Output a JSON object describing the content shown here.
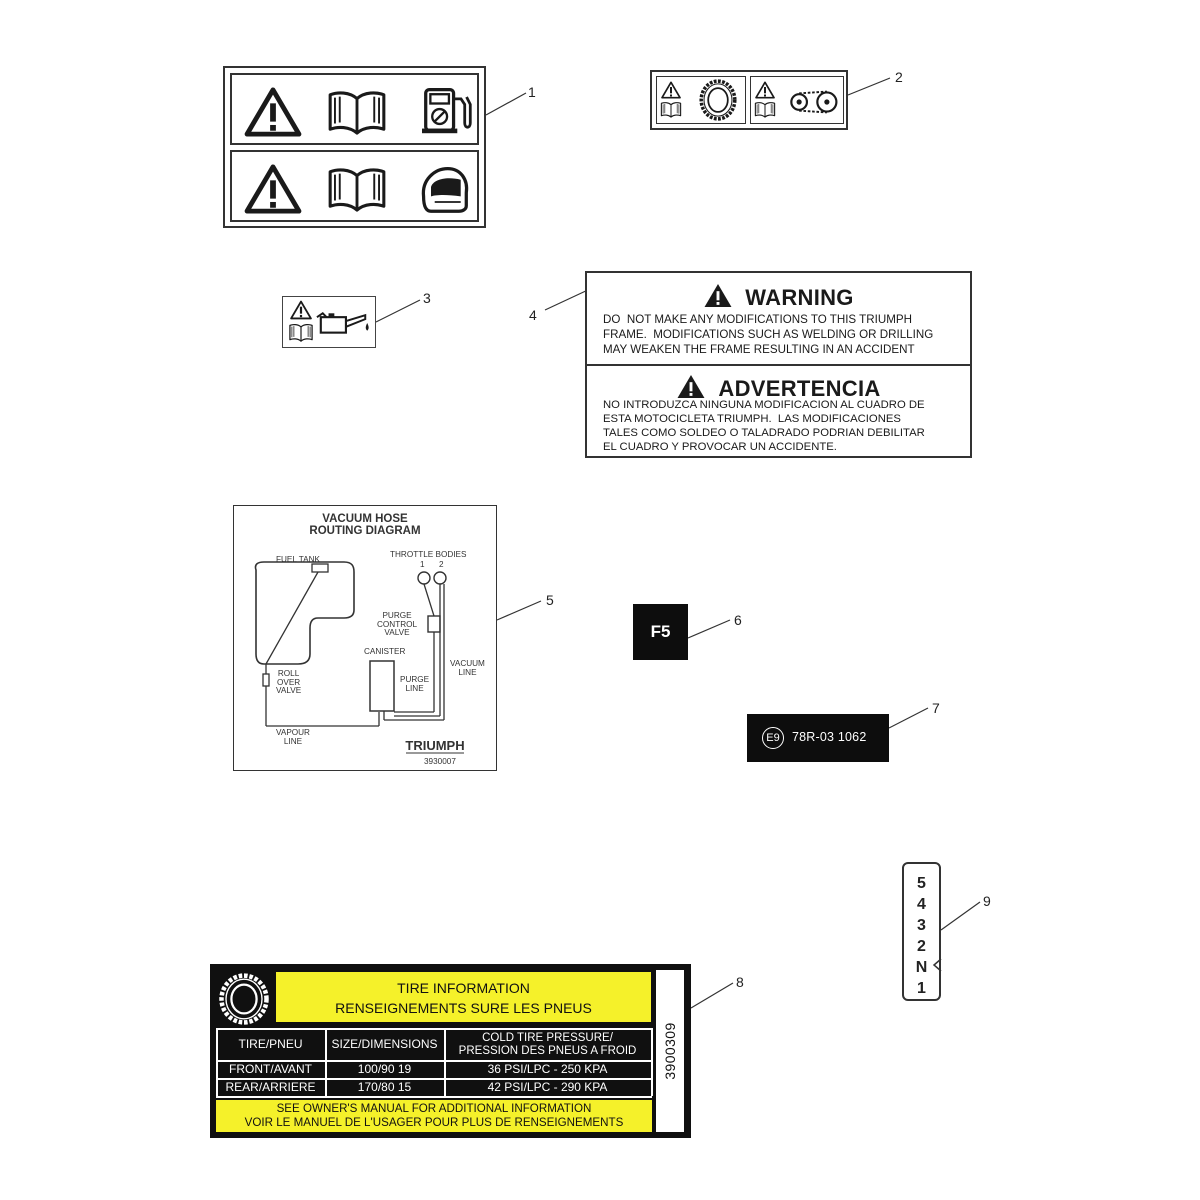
{
  "callouts": {
    "c1": "1",
    "c2": "2",
    "c3": "3",
    "c4": "4",
    "c5": "5",
    "c6": "6",
    "c7": "7",
    "c8": "8",
    "c9": "9"
  },
  "label1": {
    "row1_icons": [
      "warning-icon",
      "manual-book-icon",
      "fuel-pump-icon"
    ],
    "row2_icons": [
      "warning-icon",
      "manual-book-icon",
      "helmet-icon"
    ]
  },
  "label2": {
    "panel1_icons": [
      "warning-icon",
      "manual-book-icon",
      "tire-icon"
    ],
    "panel2_icons": [
      "warning-icon",
      "manual-book-icon",
      "chain-icon"
    ]
  },
  "label3": {
    "icons": [
      "warning-icon",
      "manual-book-icon",
      "oil-can-icon"
    ]
  },
  "label4": {
    "warning_title": "WARNING",
    "warning_lines": [
      "DO  NOT MAKE ANY MODIFICATIONS TO THIS TRIUMPH",
      "FRAME.  MODIFICATIONS SUCH AS WELDING OR DRILLING",
      "MAY WEAKEN THE FRAME RESULTING IN AN ACCIDENT"
    ],
    "advertencia_title": "ADVERTENCIA",
    "advertencia_lines": [
      "NO INTRODUZCA NINGUNA MODIFICACION AL CUADRO DE",
      "ESTA MOTOCICLETA TRIUMPH.  LAS MODIFICACIONES",
      "TALES COMO SOLDEO O TALADRADO PODRIAN DEBILITAR",
      "EL CUADRO Y PROVOCAR UN ACCIDENTE."
    ]
  },
  "label5": {
    "title_line1": "VACUUM HOSE",
    "title_line2": "ROUTING DIAGRAM",
    "fuel_tank": "FUEL TANK",
    "throttle_bodies": "THROTTLE BODIES",
    "tb1": "1",
    "tb2": "2",
    "purge_control_valve": [
      "PURGE",
      "CONTROL",
      "VALVE"
    ],
    "canister": "CANISTER",
    "purge_line": [
      "PURGE",
      "LINE"
    ],
    "vacuum_line": [
      "VACUUM",
      "LINE"
    ],
    "roll_over_valve": [
      "ROLL",
      "OVER",
      "VALVE"
    ],
    "vapour_line": [
      "VAPOUR",
      "LINE"
    ],
    "brand": "TRIUMPH",
    "part_no": "3930007"
  },
  "label6": {
    "text": "F5"
  },
  "label7": {
    "mark": "E9",
    "code": "78R-03 1062"
  },
  "label8": {
    "title_line1": "TIRE INFORMATION",
    "title_line2": "RENSEIGNEMENTS SURE LES PNEUS",
    "headers": [
      "TIRE/PNEU",
      "SIZE/DIMENSIONS",
      "COLD TIRE PRESSURE/",
      "PRESSION DES PNEUS A FROID"
    ],
    "rows": [
      {
        "tire": "FRONT/AVANT",
        "size": "100/90 19",
        "pressure": "36 PSI/LPC - 250 KPA"
      },
      {
        "tire": "REAR/ARRIERE",
        "size": "170/80 15",
        "pressure": "42 PSI/LPC - 290 KPA"
      }
    ],
    "footer_line1": "SEE OWNER'S MANUAL FOR ADDITIONAL INFORMATION",
    "footer_line2": "VOIR LE MANUEL DE L'USAGER POUR PLUS DE RENSEIGNEMENTS",
    "part_no": "3900309",
    "icon": "tire-icon",
    "color_yellow": "#f5f12a"
  },
  "label9": {
    "gears": [
      "5",
      "4",
      "3",
      "2",
      "N",
      "1"
    ]
  },
  "colors": {
    "ink": "#1a1a1a",
    "label_black": "#0d0d0d"
  }
}
